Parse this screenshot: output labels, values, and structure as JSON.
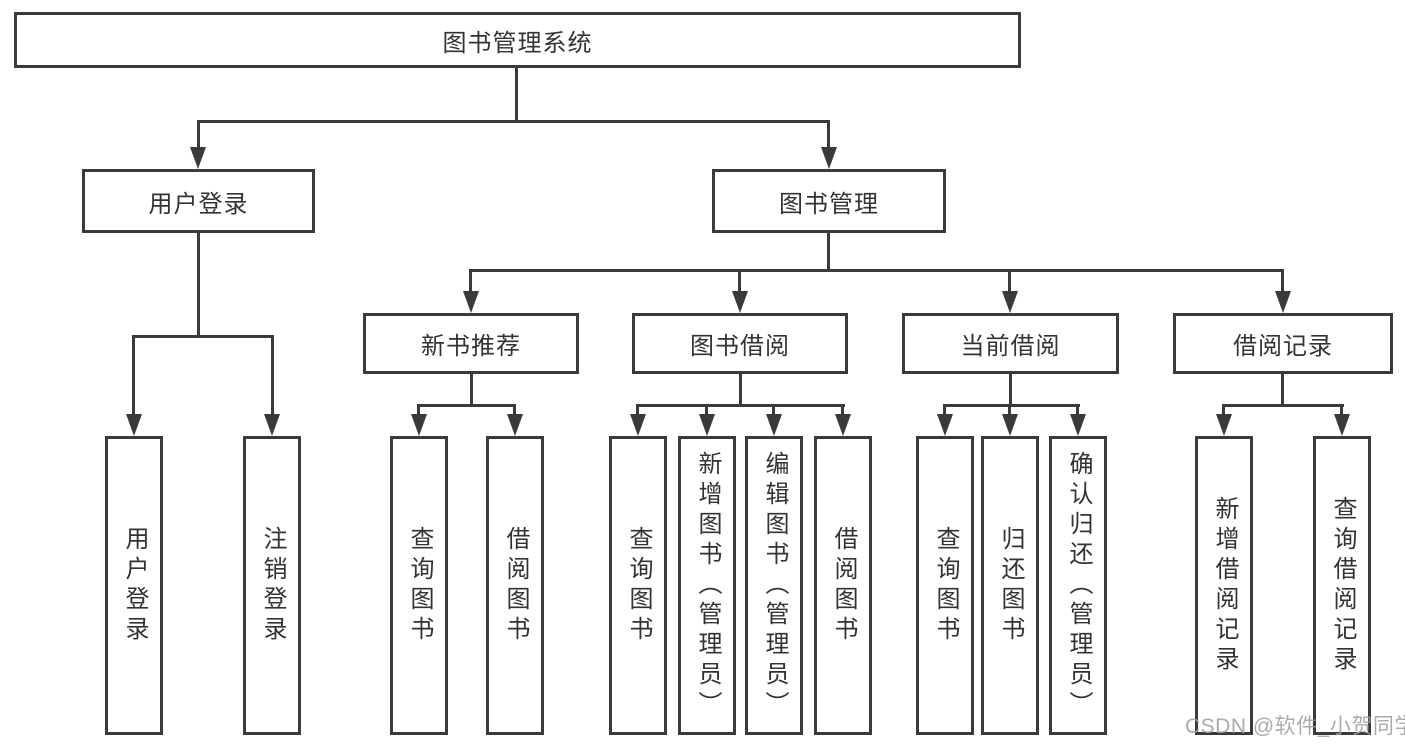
{
  "colors": {
    "line": "#3a3a3a",
    "box_border": "#3a3a3a",
    "text": "#333333",
    "watermark": "#a0a0a0",
    "background": "#ffffff"
  },
  "tree": {
    "root": {
      "label": "图书管理系统"
    },
    "level2": [
      {
        "label": "用户登录",
        "children": [
          "用户登录",
          "注销登录"
        ]
      },
      {
        "label": "图书管理"
      }
    ],
    "level3": [
      {
        "label": "新书推荐",
        "children": [
          "查询图书",
          "借阅图书"
        ]
      },
      {
        "label": "图书借阅",
        "children": [
          "查询图书",
          "新增图书（管理员）",
          "编辑图书（管理员）",
          "借阅图书"
        ]
      },
      {
        "label": "当前借阅",
        "children": [
          "查询图书",
          "归还图书",
          "确认归还（管理员）"
        ]
      },
      {
        "label": "借阅记录",
        "children": [
          "新增借阅记录",
          "查询借阅记录"
        ]
      }
    ]
  },
  "watermark": "CSDN @软件_小贺同学"
}
